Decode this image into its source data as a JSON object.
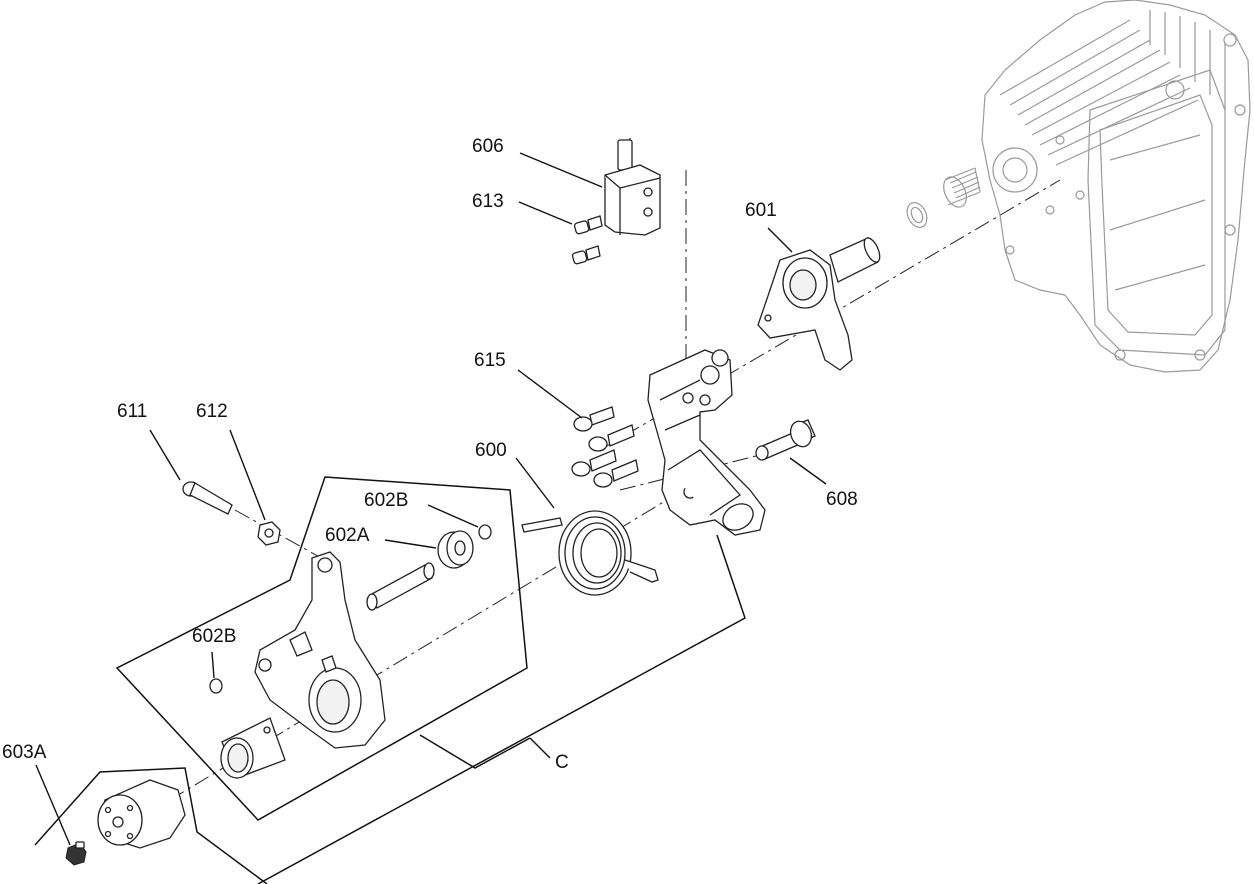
{
  "labels": {
    "p606": "606",
    "p613": "613",
    "p601": "601",
    "p615": "615",
    "p611": "611",
    "p612": "612",
    "p600": "600",
    "p602B_top": "602B",
    "p602A": "602A",
    "p608": "608",
    "p602B_left": "602B",
    "p603A": "603A",
    "pC": "C"
  },
  "colors": {
    "line": "#222222",
    "ghost": "#9a9a9a",
    "background": "#ffffff"
  }
}
